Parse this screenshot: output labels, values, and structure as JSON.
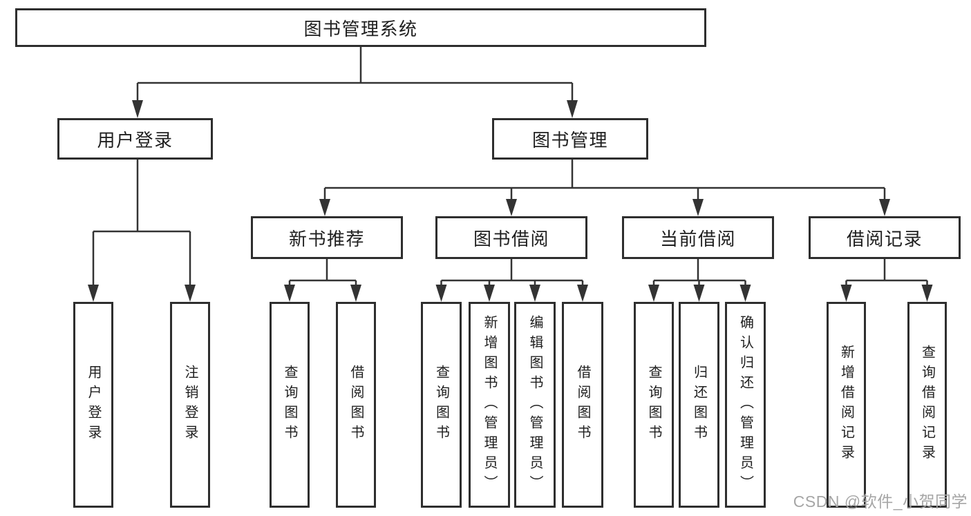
{
  "tree": {
    "label": "图书管理系统",
    "children": [
      {
        "label": "用户登录",
        "children": [
          {
            "label": "用户登录"
          },
          {
            "label": "注销登录"
          }
        ]
      },
      {
        "label": "图书管理",
        "children": [
          {
            "label": "新书推荐",
            "children": [
              {
                "label": "查询图书"
              },
              {
                "label": "借阅图书"
              }
            ]
          },
          {
            "label": "图书借阅",
            "children": [
              {
                "label": "查询图书"
              },
              {
                "label": "新增图书（管理员）"
              },
              {
                "label": "编辑图书（管理员）"
              },
              {
                "label": "借阅图书"
              }
            ]
          },
          {
            "label": "当前借阅",
            "children": [
              {
                "label": "查询图书"
              },
              {
                "label": "归还图书"
              },
              {
                "label": "确认归还（管理员）"
              }
            ]
          },
          {
            "label": "借阅记录",
            "children": [
              {
                "label": "新增借阅记录"
              },
              {
                "label": "查询借阅记录"
              }
            ]
          }
        ]
      }
    ]
  },
  "watermark": "CSDN @软件_小贺同学",
  "colors": {
    "line": "#333333",
    "box_border": "#2e2e2e",
    "text": "#1f1f1f",
    "watermark": "#a6a6a6",
    "background": "#ffffff"
  }
}
